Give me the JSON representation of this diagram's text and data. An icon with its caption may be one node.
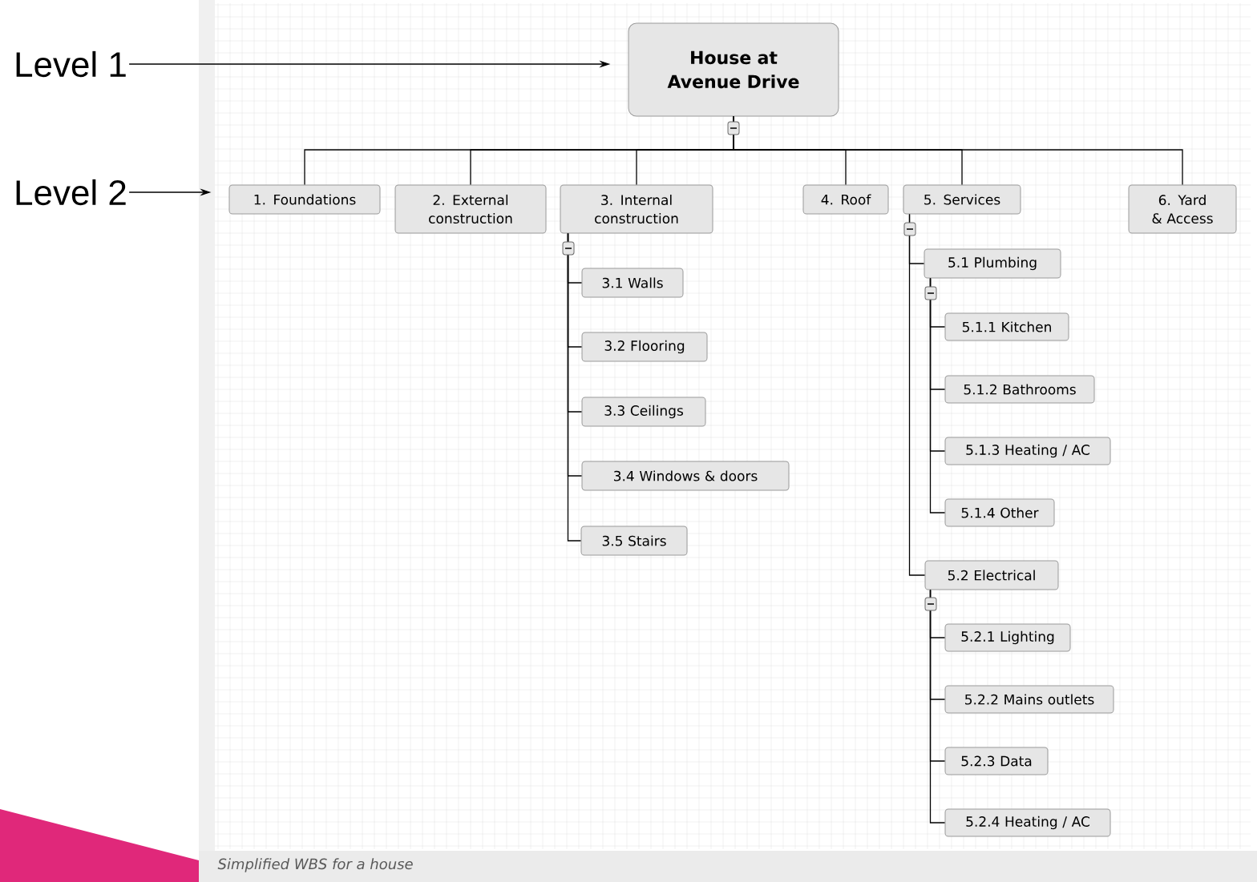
{
  "diagram": {
    "caption": "Simplified WBS for a house",
    "nodes": [
      {
        "text": [
          "Level 1"
        ]
      },
      {
        "text": [
          "Level 2"
        ]
      },
      {
        "text": [
          "House at Avenue Drive"
        ]
      },
      {
        "text": [
          "1. Foundations"
        ]
      },
      {
        "text": [
          "2. External construction"
        ]
      },
      {
        "text": [
          "3. Internal construction"
        ]
      },
      {
        "text": [
          "4. Roof"
        ]
      },
      {
        "text": [
          "5. Services"
        ]
      },
      {
        "text": [
          "6. Yard & Access"
        ]
      },
      {
        "text": [
          "3.1 Walls"
        ]
      },
      {
        "text": [
          "3.2 Flooring"
        ]
      },
      {
        "text": [
          "3.3 Ceilings"
        ]
      },
      {
        "text": [
          "3.4 Windows & doors"
        ]
      },
      {
        "text": [
          "3.5 Stairs"
        ]
      },
      {
        "text": [
          "5.1 Plumbing"
        ]
      },
      {
        "text": [
          "5.1.1 Kitchen"
        ]
      },
      {
        "text": [
          "5.1.2 Bathrooms"
        ]
      },
      {
        "text": [
          "5.1.3 Heating / AC"
        ]
      },
      {
        "text": [
          "5.1.4 Other"
        ]
      },
      {
        "text": [
          "5.2 Electrical"
        ]
      },
      {
        "text": [
          "5.2.1 Lighting"
        ]
      },
      {
        "text": [
          "5.2.2 Mains outlets"
        ]
      },
      {
        "text": [
          "5.2.3 Data"
        ]
      },
      {
        "text": [
          "5.2.4 Heating / AC"
        ]
      }
    ],
    "edges": [
      {
        "from": 0,
        "to": 2,
        "arrow": "to"
      },
      {
        "from": 1,
        "to": 3,
        "arrow": "to"
      },
      {
        "from": 2,
        "to": 3,
        "arrow": "none"
      },
      {
        "from": 2,
        "to": 4,
        "arrow": "none"
      },
      {
        "from": 2,
        "to": 5,
        "arrow": "none"
      },
      {
        "from": 2,
        "to": 6,
        "arrow": "none"
      },
      {
        "from": 2,
        "to": 7,
        "arrow": "none"
      },
      {
        "from": 2,
        "to": 8,
        "arrow": "none"
      },
      {
        "from": 5,
        "to": 9,
        "arrow": "none"
      },
      {
        "from": 5,
        "to": 10,
        "arrow": "none"
      },
      {
        "from": 5,
        "to": 11,
        "arrow": "none"
      },
      {
        "from": 5,
        "to": 12,
        "arrow": "none"
      },
      {
        "from": 5,
        "to": 13,
        "arrow": "none"
      },
      {
        "from": 7,
        "to": 14,
        "arrow": "none"
      },
      {
        "from": 7,
        "to": 19,
        "arrow": "none"
      },
      {
        "from": 14,
        "to": 15,
        "arrow": "none"
      },
      {
        "from": 14,
        "to": 16,
        "arrow": "none"
      },
      {
        "from": 14,
        "to": 17,
        "arrow": "none"
      },
      {
        "from": 14,
        "to": 18,
        "arrow": "none"
      },
      {
        "from": 19,
        "to": 20,
        "arrow": "none"
      },
      {
        "from": 19,
        "to": 21,
        "arrow": "none"
      },
      {
        "from": 19,
        "to": 22,
        "arrow": "none"
      },
      {
        "from": 19,
        "to": 23,
        "arrow": "none"
      }
    ]
  }
}
